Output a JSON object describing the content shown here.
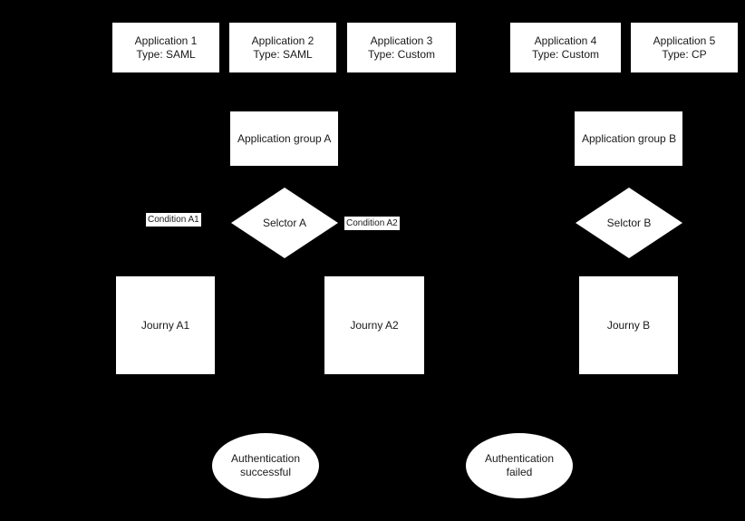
{
  "diagram": {
    "background_color": "#000000",
    "node_fill_color": "#ffffff",
    "node_text_color": "#1a1a1a",
    "applications": [
      {
        "name": "Application 1",
        "type_line": "Type: SAML",
        "label": "Application 1\nType: SAML"
      },
      {
        "name": "Application 2",
        "type_line": "Type: SAML",
        "label": "Application 2\nType: SAML"
      },
      {
        "name": "Application 3",
        "type_line": "Type: Custom",
        "label": "Application 3\nType: Custom"
      },
      {
        "name": "Application 4",
        "type_line": "Type: Custom",
        "label": "Application 4\nType: Custom"
      },
      {
        "name": "Application 5",
        "type_line": "Type: CP",
        "label": "Application 5\nType: CP"
      }
    ],
    "groups": [
      {
        "label": "Application group A"
      },
      {
        "label": "Application group B"
      }
    ],
    "selectors": [
      {
        "label": "Selctor A"
      },
      {
        "label": "Selctor B"
      }
    ],
    "conditions": [
      {
        "label": "Condition A1"
      },
      {
        "label": "Condition A2"
      }
    ],
    "journeys": [
      {
        "label": "Journy A1"
      },
      {
        "label": "Journy A2"
      },
      {
        "label": "Journy B"
      }
    ],
    "outcomes": [
      {
        "label": "Authentication\nsuccessful"
      },
      {
        "label": "Authentication\nfailed"
      }
    ]
  }
}
